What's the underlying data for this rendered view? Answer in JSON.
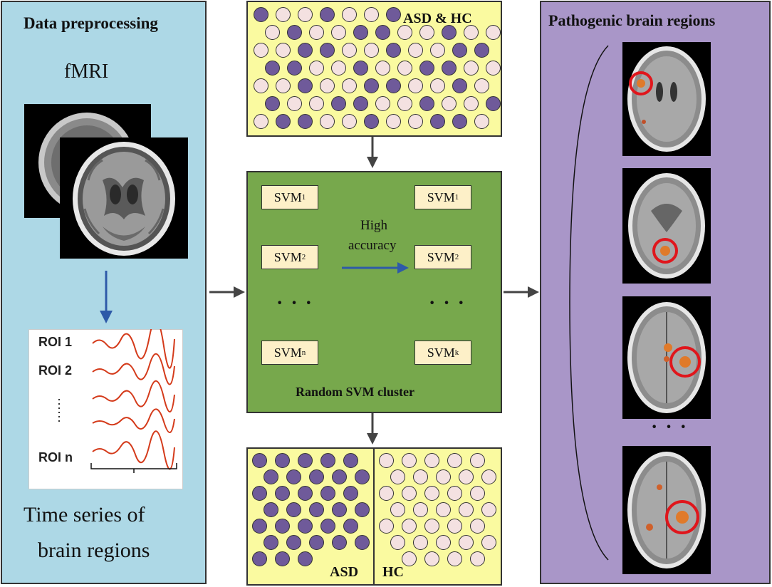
{
  "left_panel": {
    "title": "Data preprocessing",
    "fmri_label": "fMRI",
    "roi_labels": [
      "ROI 1",
      "ROI 2",
      "ROI n"
    ],
    "caption_line1": "Time series of",
    "caption_line2": "brain regions"
  },
  "input_box": {
    "label": "ASD & HC"
  },
  "cluster": {
    "title": "Random SVM cluster",
    "left_svms": [
      "SVM1",
      "SVM2",
      "SVMn"
    ],
    "right_svms": [
      "SVM1",
      "SVM2",
      "SVMk"
    ],
    "svm_base": "SVM",
    "left_subs": [
      "1",
      "2",
      "n"
    ],
    "right_subs": [
      "1",
      "2",
      "k"
    ],
    "arrow_label_line1": "High",
    "arrow_label_line2": "accuracy",
    "dots": "· · ·"
  },
  "output_box": {
    "asd_label": "ASD",
    "hc_label": "HC"
  },
  "right_panel": {
    "title": "Pathogenic brain regions",
    "dots": "· · ·"
  },
  "colors": {
    "asd": "#6f5a9a",
    "hc": "#f4e1e1",
    "left_panel": "#add8e6",
    "right_panel": "#a996c8",
    "yellow": "#fafaa0",
    "green": "#77a84c",
    "arrow_blue": "#2e5aa8",
    "highlight_red": "#e0161c"
  }
}
